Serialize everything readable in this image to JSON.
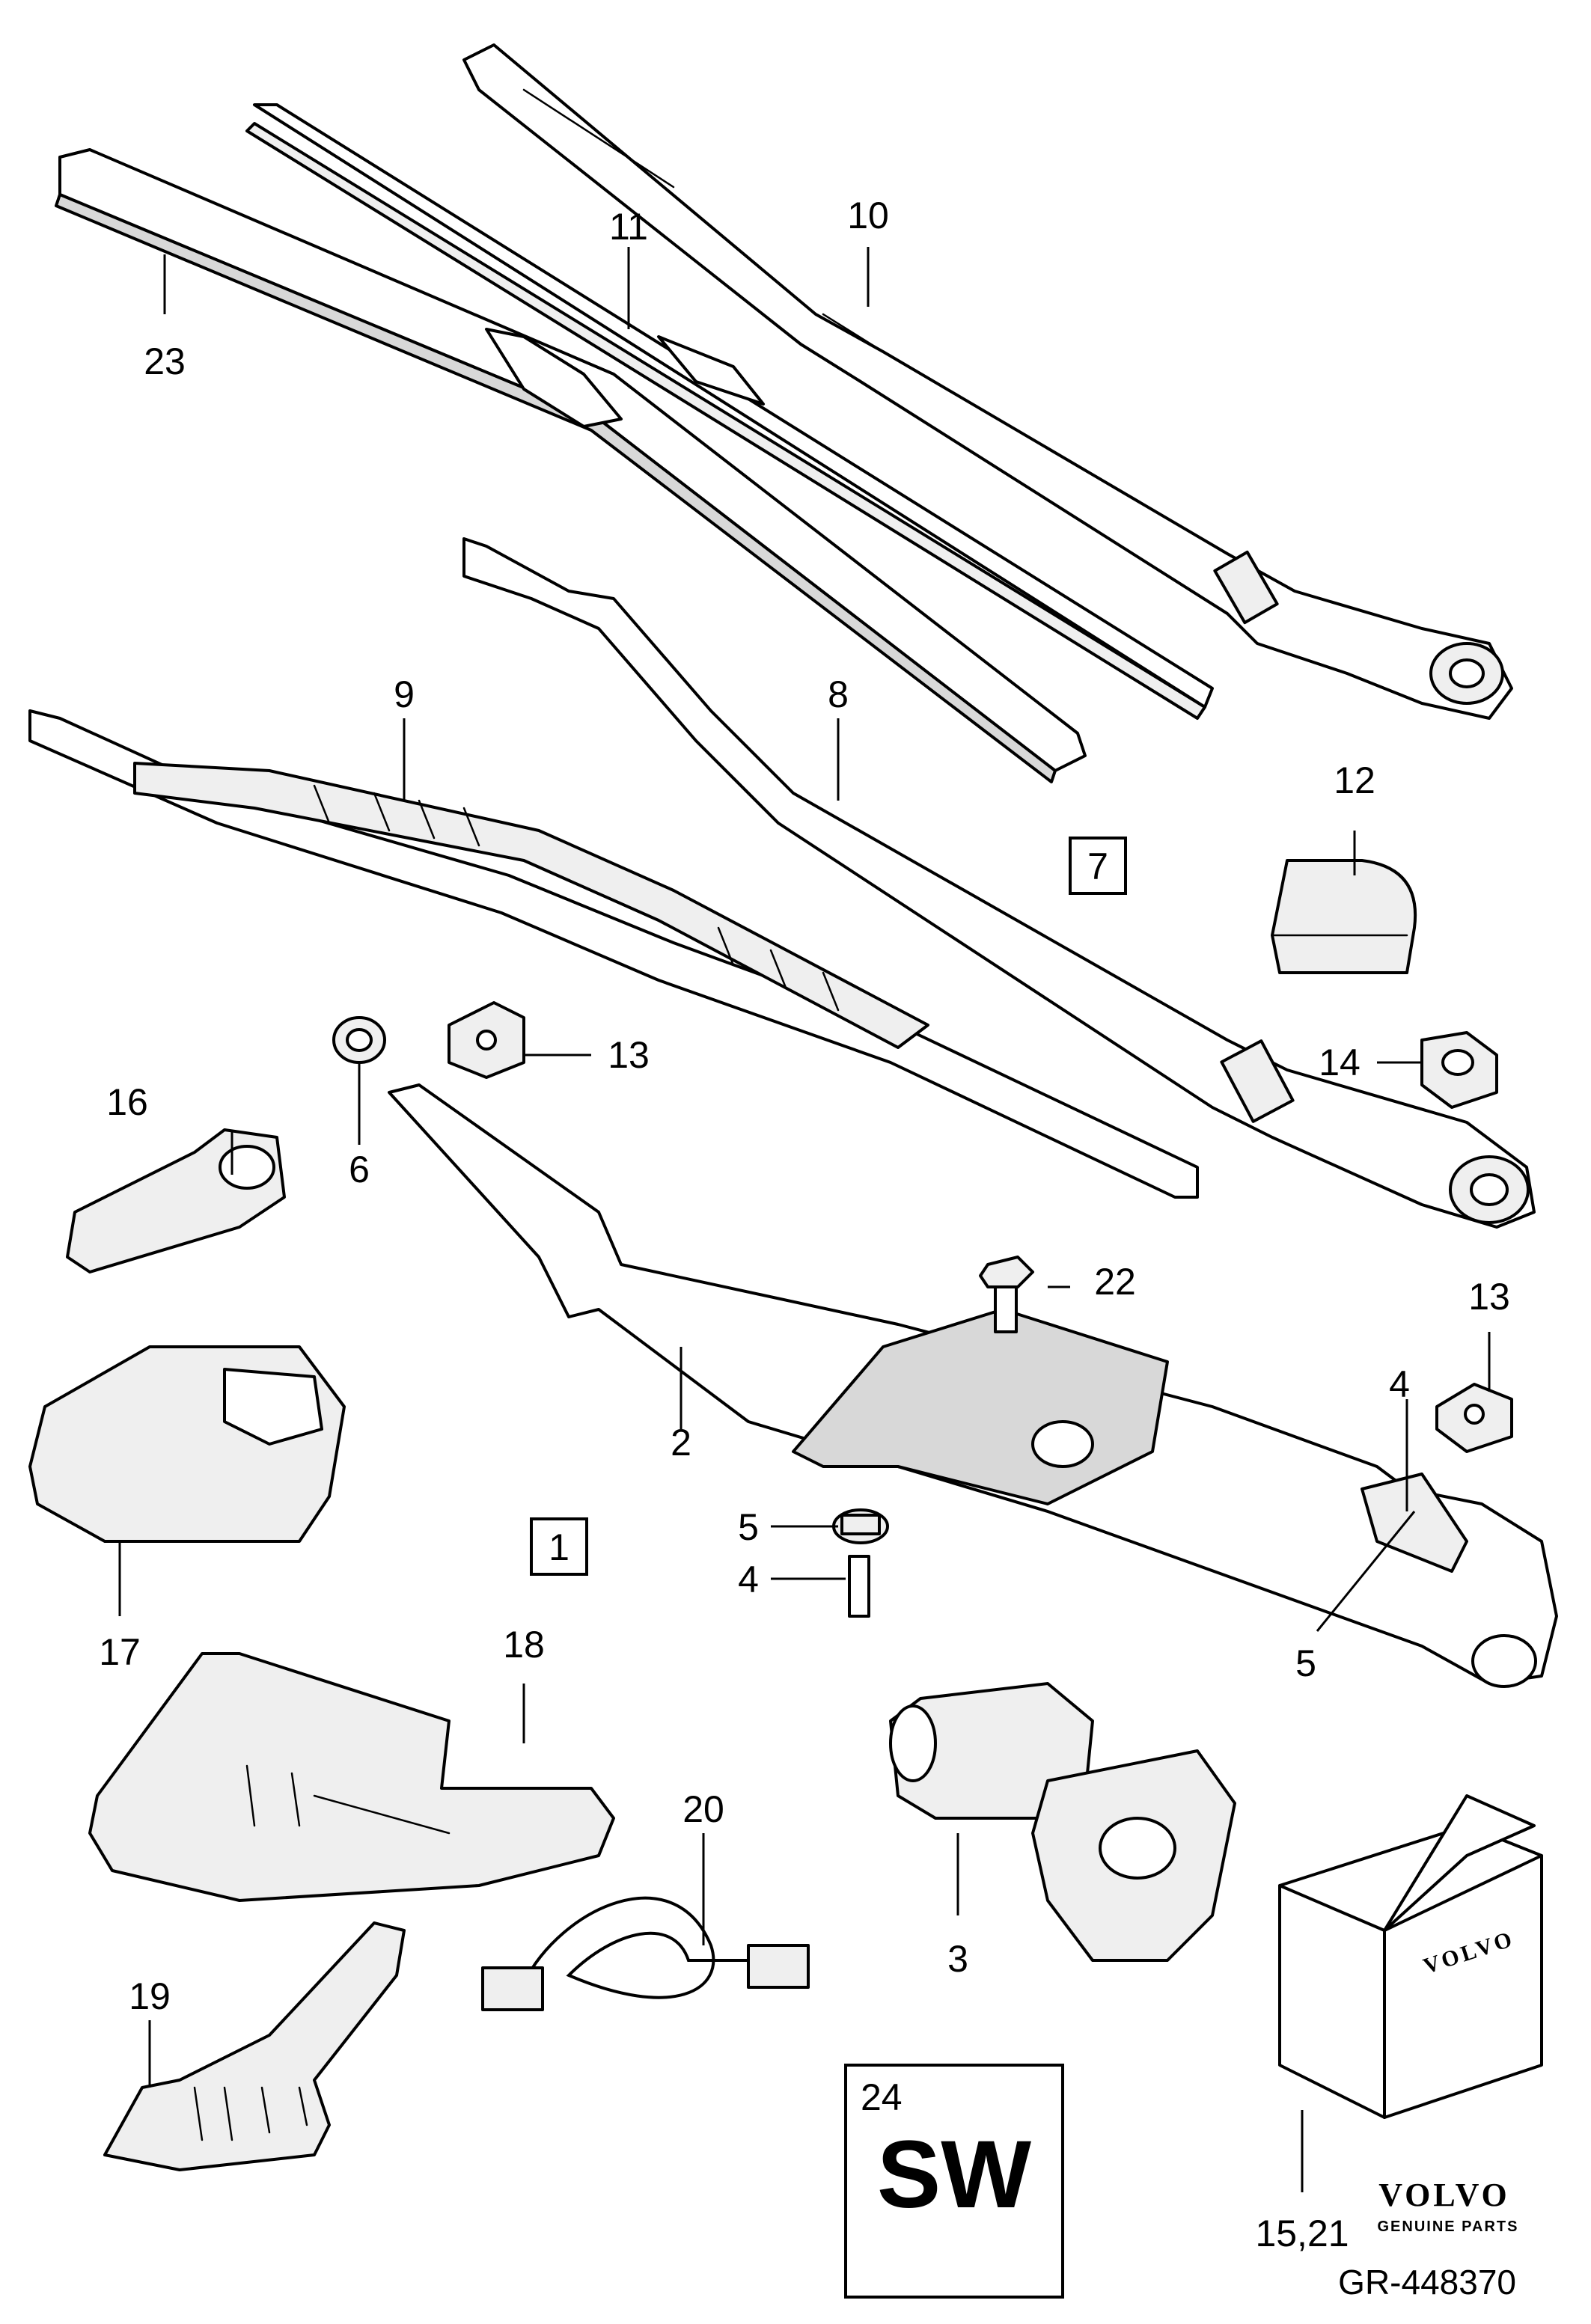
{
  "callouts": {
    "c1": "1",
    "c2": "2",
    "c3": "3",
    "c4a": "4",
    "c4b": "4",
    "c5a": "5",
    "c5b": "5",
    "c6": "6",
    "c7": "7",
    "c8": "8",
    "c9": "9",
    "c10": "10",
    "c11": "11",
    "c12": "12",
    "c13a": "13",
    "c13b": "13",
    "c14": "14",
    "c15_21": "15,21",
    "c16": "16",
    "c17": "17",
    "c18": "18",
    "c19": "19",
    "c20": "20",
    "c22": "22",
    "c23": "23",
    "c24": "24"
  },
  "sw_box": {
    "label": "SW"
  },
  "box_brand": "VOLVO",
  "logo": {
    "brand": "VOLVO",
    "sub": "GENUINE PARTS"
  },
  "reference": "GR-448370"
}
